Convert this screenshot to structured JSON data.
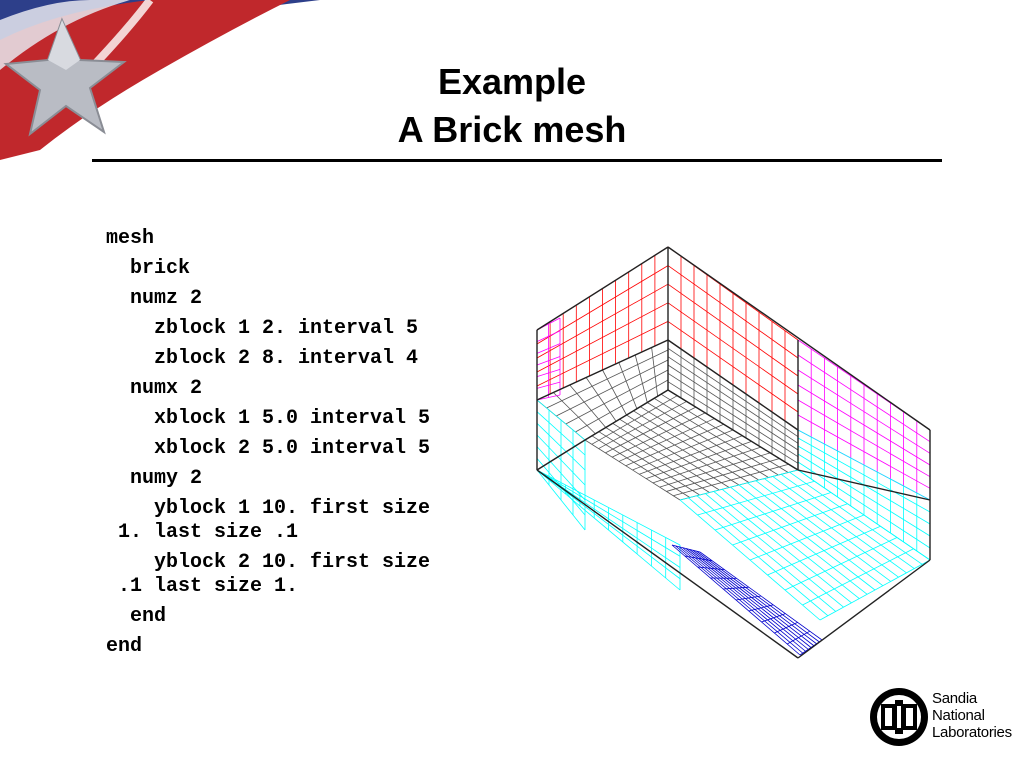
{
  "slide": {
    "title_line1": "Example",
    "title_line2": "A Brick mesh"
  },
  "code_lines": [
    "mesh",
    "  brick",
    "  numz 2",
    "    zblock 1 2. interval 5",
    "    zblock 2 8. interval 4",
    "  numx 2",
    "    xblock 1 5.0 interval 5",
    "    xblock 2 5.0 interval 5",
    "  numy 2",
    "    yblock 1 10. first size",
    " 1. last size .1",
    "    yblock 2 10. first size",
    " .1 last size 1.",
    "  end",
    "end"
  ],
  "logo": {
    "line1": "Sandia",
    "line2": "National",
    "line3": "Laboratories"
  },
  "colors": {
    "red_block": "#ff0000",
    "magenta_block": "#ff00ff",
    "cyan_block": "#00ffff",
    "blue_block": "#0000cc",
    "gray_lines": "#555555"
  }
}
